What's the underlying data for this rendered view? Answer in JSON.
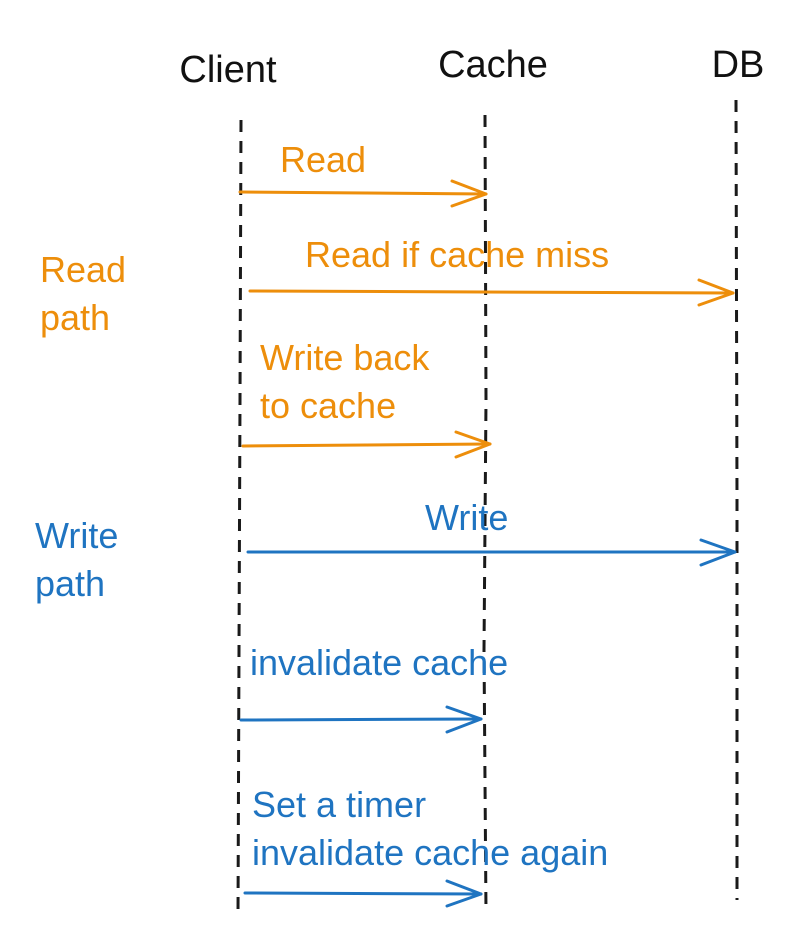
{
  "colors": {
    "read": "#ed8e0b",
    "write": "#1f74c1",
    "lifeline": "#1a1a1a",
    "text": "#111111"
  },
  "actors": {
    "client": "Client",
    "cache": "Cache",
    "db": "DB"
  },
  "sections": {
    "read_path": [
      "Read",
      "path"
    ],
    "write_path": [
      "Write",
      "path"
    ]
  },
  "messages": {
    "read": [
      "Read"
    ],
    "read_if_miss": [
      "Read if cache miss"
    ],
    "write_back": [
      "Write back",
      "to cache"
    ],
    "write": [
      "Write"
    ],
    "invalidate": [
      "invalidate cache"
    ],
    "timer_invalidate": [
      "Set a timer",
      "invalidate cache again"
    ]
  }
}
